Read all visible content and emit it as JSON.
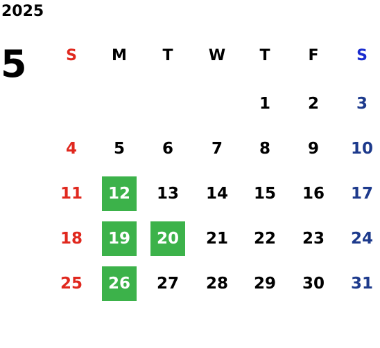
{
  "year": "2025",
  "month": "5",
  "colors": {
    "sunday": "#e0281e",
    "saturday_header": "#1a2ccf",
    "saturday": "#1d3a8c",
    "weekday": "#000000",
    "highlight_bg": "#3cb24a",
    "highlight_text": "#ffffff"
  },
  "weekdays": [
    "S",
    "M",
    "T",
    "W",
    "T",
    "F",
    "S"
  ],
  "weeks": [
    [
      "",
      "",
      "",
      "",
      "1",
      "2",
      "3"
    ],
    [
      "4",
      "5",
      "6",
      "7",
      "8",
      "9",
      "10"
    ],
    [
      "11",
      "12",
      "13",
      "14",
      "15",
      "16",
      "17"
    ],
    [
      "18",
      "19",
      "20",
      "21",
      "22",
      "23",
      "24"
    ],
    [
      "25",
      "26",
      "27",
      "28",
      "29",
      "30",
      "31"
    ]
  ],
  "highlighted_days": [
    "12",
    "19",
    "20",
    "26"
  ]
}
